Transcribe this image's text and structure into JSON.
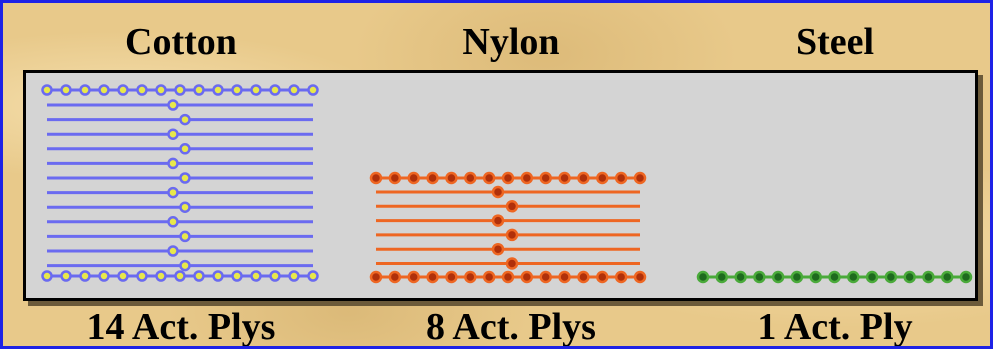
{
  "labels": {
    "cotton": "Cotton",
    "nylon": "Nylon",
    "steel": "Steel"
  },
  "counts": {
    "cotton": "14 Act. Plys",
    "nylon": "8 Act. Plys",
    "steel": "1 Act. Ply"
  },
  "colors": {
    "frame_border": "#1e22e6",
    "panel_bg": "#d4d4d4",
    "cotton": "#6a6af0",
    "cotton_fill": "#e8e84a",
    "nylon": "#ee6622",
    "nylon_fill": "#b0300a",
    "steel": "#4aaa3a",
    "steel_fill": "#1e6a1e"
  }
}
